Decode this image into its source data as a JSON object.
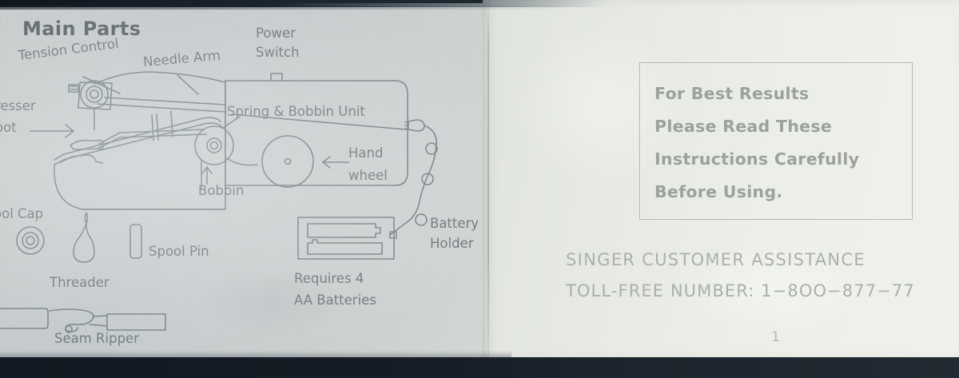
{
  "document": {
    "kind": "printed-manual-spread",
    "page_number": "1"
  },
  "left_page": {
    "title": "Main Parts",
    "labels": [
      {
        "key": "tension_control",
        "text": "Tension Control"
      },
      {
        "key": "needle_arm",
        "text": "Needle Arm"
      },
      {
        "key": "power_switch_l1",
        "text": "Power"
      },
      {
        "key": "power_switch_l2",
        "text": "Switch"
      },
      {
        "key": "spring_bobbin",
        "text": "Spring & Bobbin Unit"
      },
      {
        "key": "presser_foot_l1",
        "text": "resser"
      },
      {
        "key": "presser_foot_l2",
        "text": "oot"
      },
      {
        "key": "hand_wheel_l1",
        "text": "Hand"
      },
      {
        "key": "hand_wheel_l2",
        "text": "wheel"
      },
      {
        "key": "bobbin",
        "text": "Bobbin"
      },
      {
        "key": "spool_cap",
        "text": "ool Cap"
      },
      {
        "key": "spool_pin",
        "text": "Spool Pin"
      },
      {
        "key": "threader",
        "text": "Threader"
      },
      {
        "key": "seam_ripper",
        "text": "Seam Ripper"
      },
      {
        "key": "battery_holder_l1",
        "text": "Battery"
      },
      {
        "key": "battery_holder_l2",
        "text": "Holder"
      },
      {
        "key": "requires_l1",
        "text": "Requires 4"
      },
      {
        "key": "requires_l2",
        "text": "AA Batteries"
      }
    ]
  },
  "right_page": {
    "notice_box": {
      "lines": [
        "For Best Results",
        "Please Read These",
        "Instructions Carefully",
        "Before Using."
      ]
    },
    "customer_assistance": {
      "line1": "SINGER CUSTOMER ASSISTANCE",
      "line2": "TOLL-FREE NUMBER: 1−8OO−877−77"
    },
    "page_number": "1"
  },
  "colors": {
    "left_paper": "#c6cbcb",
    "right_paper": "#e9ebe5",
    "ink": "#70787c",
    "notice_ink": "#9aa39b",
    "line": "#7b858a",
    "edge_dark": "#161d26"
  }
}
